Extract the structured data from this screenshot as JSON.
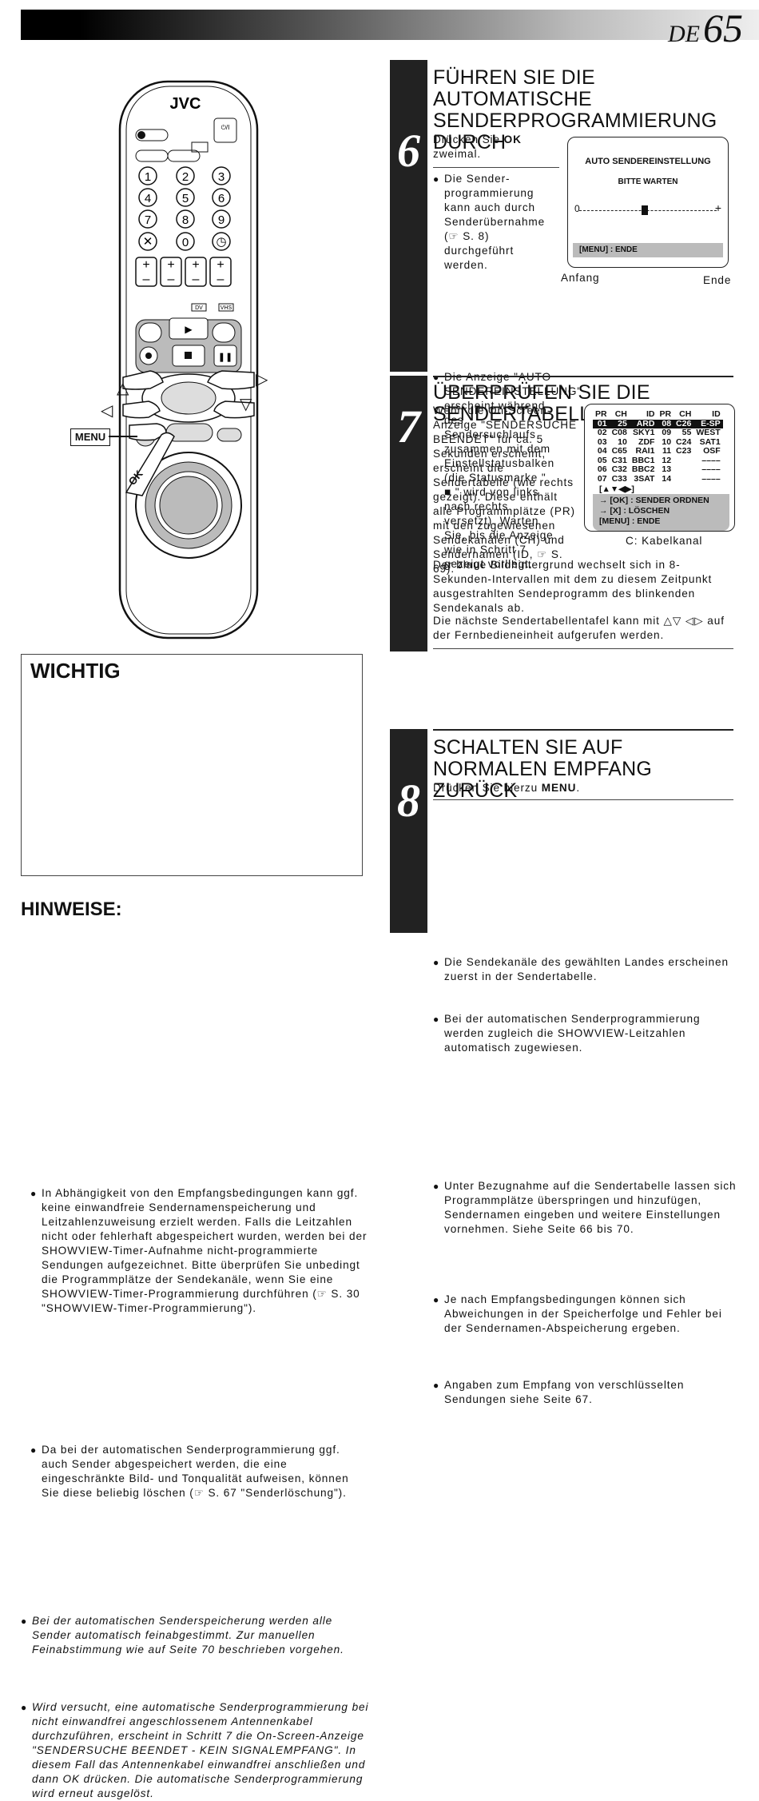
{
  "header": {
    "lang": "DE",
    "page_number": "65"
  },
  "remote": {
    "brand": "JVC",
    "keys": [
      "1",
      "2",
      "3",
      "4",
      "5",
      "6",
      "7",
      "8",
      "9",
      "0"
    ],
    "labels": [
      "DV",
      "VHS"
    ],
    "callout_menu": "MENU",
    "callout_ok": "OK"
  },
  "step6": {
    "number": "6",
    "heading": "FÜHREN SIE DIE AUTOMATISCHE SENDERPROGRAMMIERUNG DURCH",
    "instruction_pre": "Drücken Sie ",
    "instruction_key": "OK",
    "instruction_post": "zweimal.",
    "bullet1": "Die Sender-programmierung kann auch durch Senderübernahme (☞ S. 8) durchgeführt werden.",
    "bullet2": "Die Anzeige \"AUTO SENDEREINSTELLUNG\" erscheint während des Sendersuchlaufs zusammen mit dem Einstellstatusbalken (die Statusmarke \" ■ \" wird von links nach rechts versetzt). Warten Sie, bis die Anzeige wie in Schritt 7 gezeigt vorliegt.",
    "osd": {
      "title": "AUTO SENDEREINSTELLUNG",
      "subtitle": "BITTE WARTEN",
      "start_symbol": "0",
      "end_symbol": "+",
      "footer": "[MENU] : ENDE",
      "label_start": "Anfang",
      "label_end": "Ende"
    }
  },
  "step7": {
    "number": "7",
    "heading": "ÜBERPRÜFEN SIE DIE SENDERTABELLE",
    "text": "Wenn die On-Screen-Anzeige \"SENDERSUCHE BEENDET\" für ca. 5 Sekunden erscheint, erscheint die Sendertabelle (wie rechts gezeigt). Diese enthält alle Programmplätze (PR) mit den zugewiesenen Sendekanälen (CH) und Sendernamen (ID, ☞ S. 69).",
    "text2": "Der blaue Bildhintergrund wechselt sich in 8-Sekunden-Intervallen mit dem zu diesem Zeitpunkt ausgestrahlten Sendeprogramm des blinkenden Sendekanals ab.",
    "text3": "Die nächste Sendertabellentafel kann mit △▽ ◁▷ auf der Fernbedieneinheit aufgerufen werden.",
    "bullet1": "Die Sendekanäle des gewählten Landes erscheinen zuerst in der Sendertabelle.",
    "bullet2": "Bei der automatischen Senderprogrammierung werden zugleich die SHOWVIEW-Leitzahlen automatisch zugewiesen.",
    "table_caption": "C: Kabelkanal",
    "table": {
      "headers": [
        "PR",
        "CH",
        "ID",
        "PR",
        "CH",
        "ID"
      ],
      "rows": [
        [
          "01",
          "25",
          "ARD",
          "08",
          "C26",
          "E-SP"
        ],
        [
          "02",
          "C08",
          "SKY1",
          "09",
          "55",
          "WEST"
        ],
        [
          "03",
          "10",
          "ZDF",
          "10",
          "C24",
          "SAT1"
        ],
        [
          "04",
          "C65",
          "RAI1",
          "11",
          "C23",
          "OSF"
        ],
        [
          "05",
          "C31",
          "BBC1",
          "12",
          "",
          "––––"
        ],
        [
          "06",
          "C32",
          "BBC2",
          "13",
          "",
          "––––"
        ],
        [
          "07",
          "C33",
          "3SAT",
          "14",
          "",
          "––––"
        ]
      ],
      "nav": "[▲▼◀▶]",
      "line1": "→ [OK] : SENDER ORDNEN",
      "line2": "→ [X] : LÖSCHEN",
      "line3": "[MENU] : ENDE"
    }
  },
  "step8": {
    "number": "8",
    "heading": "SCHALTEN SIE AUF NORMALEN EMPFANG ZURÜCK",
    "instruction_pre": "Drücken Sie hierzu ",
    "instruction_key": "MENU",
    "instruction_post": ".",
    "bullet1": "Unter Bezugnahme auf die Sendertabelle lassen sich Programmplätze überspringen und hinzufügen, Sendernamen eingeben und weitere Einstellungen vornehmen. Siehe Seite 66 bis 70.",
    "bullet2": "Je nach Empfangsbedingungen können sich Abweichungen in der Speicherfolge und Fehler bei der Sendernamen-Abspeicherung ergeben.",
    "bullet3": "Angaben zum Empfang von verschlüsselten Sendungen siehe Seite 67."
  },
  "wichtig": {
    "title": "WICHTIG",
    "bullet1": "In Abhängigkeit von den Empfangsbedingungen kann ggf. keine einwandfreie Sendernamenspeicherung und Leitzahlenzuweisung erzielt werden. Falls die Leitzahlen nicht oder fehlerhaft abgespeichert wurden, werden bei der SHOWVIEW-Timer-Aufnahme nicht-programmierte Sendungen aufgezeichnet. Bitte überprüfen Sie unbedingt die Programmplätze der Sendekanäle, wenn Sie eine SHOWVIEW-Timer-Programmierung durchführen (☞ S. 30 \"SHOWVIEW-Timer-Programmierung\").",
    "bullet2": "Da bei der automatischen Senderprogrammierung ggf. auch Sender abgespeichert werden, die eine eingeschränkte Bild- und Tonqualität aufweisen, können Sie diese beliebig löschen (☞ S. 67 \"Senderlöschung\")."
  },
  "hinweise": {
    "title": "HINWEISE:",
    "bullet1": "Bei der automatischen Senderspeicherung werden alle Sender automatisch feinabgestimmt. Zur manuellen Feinabstimmung wie auf Seite 70 beschrieben vorgehen.",
    "bullet2": "Wird versucht, eine automatische Senderprogrammierung bei nicht einwandfrei angeschlossenem Antennenkabel durchzuführen, erscheint in Schritt 7 die On-Screen-Anzeige \"SENDERSUCHE BEENDET - KEIN SIGNALEMPFANG\". In diesem Fall das Antennenkabel einwandfrei anschließen und dann OK drücken. Die automatische Senderprogrammierung wird erneut ausgelöst."
  }
}
